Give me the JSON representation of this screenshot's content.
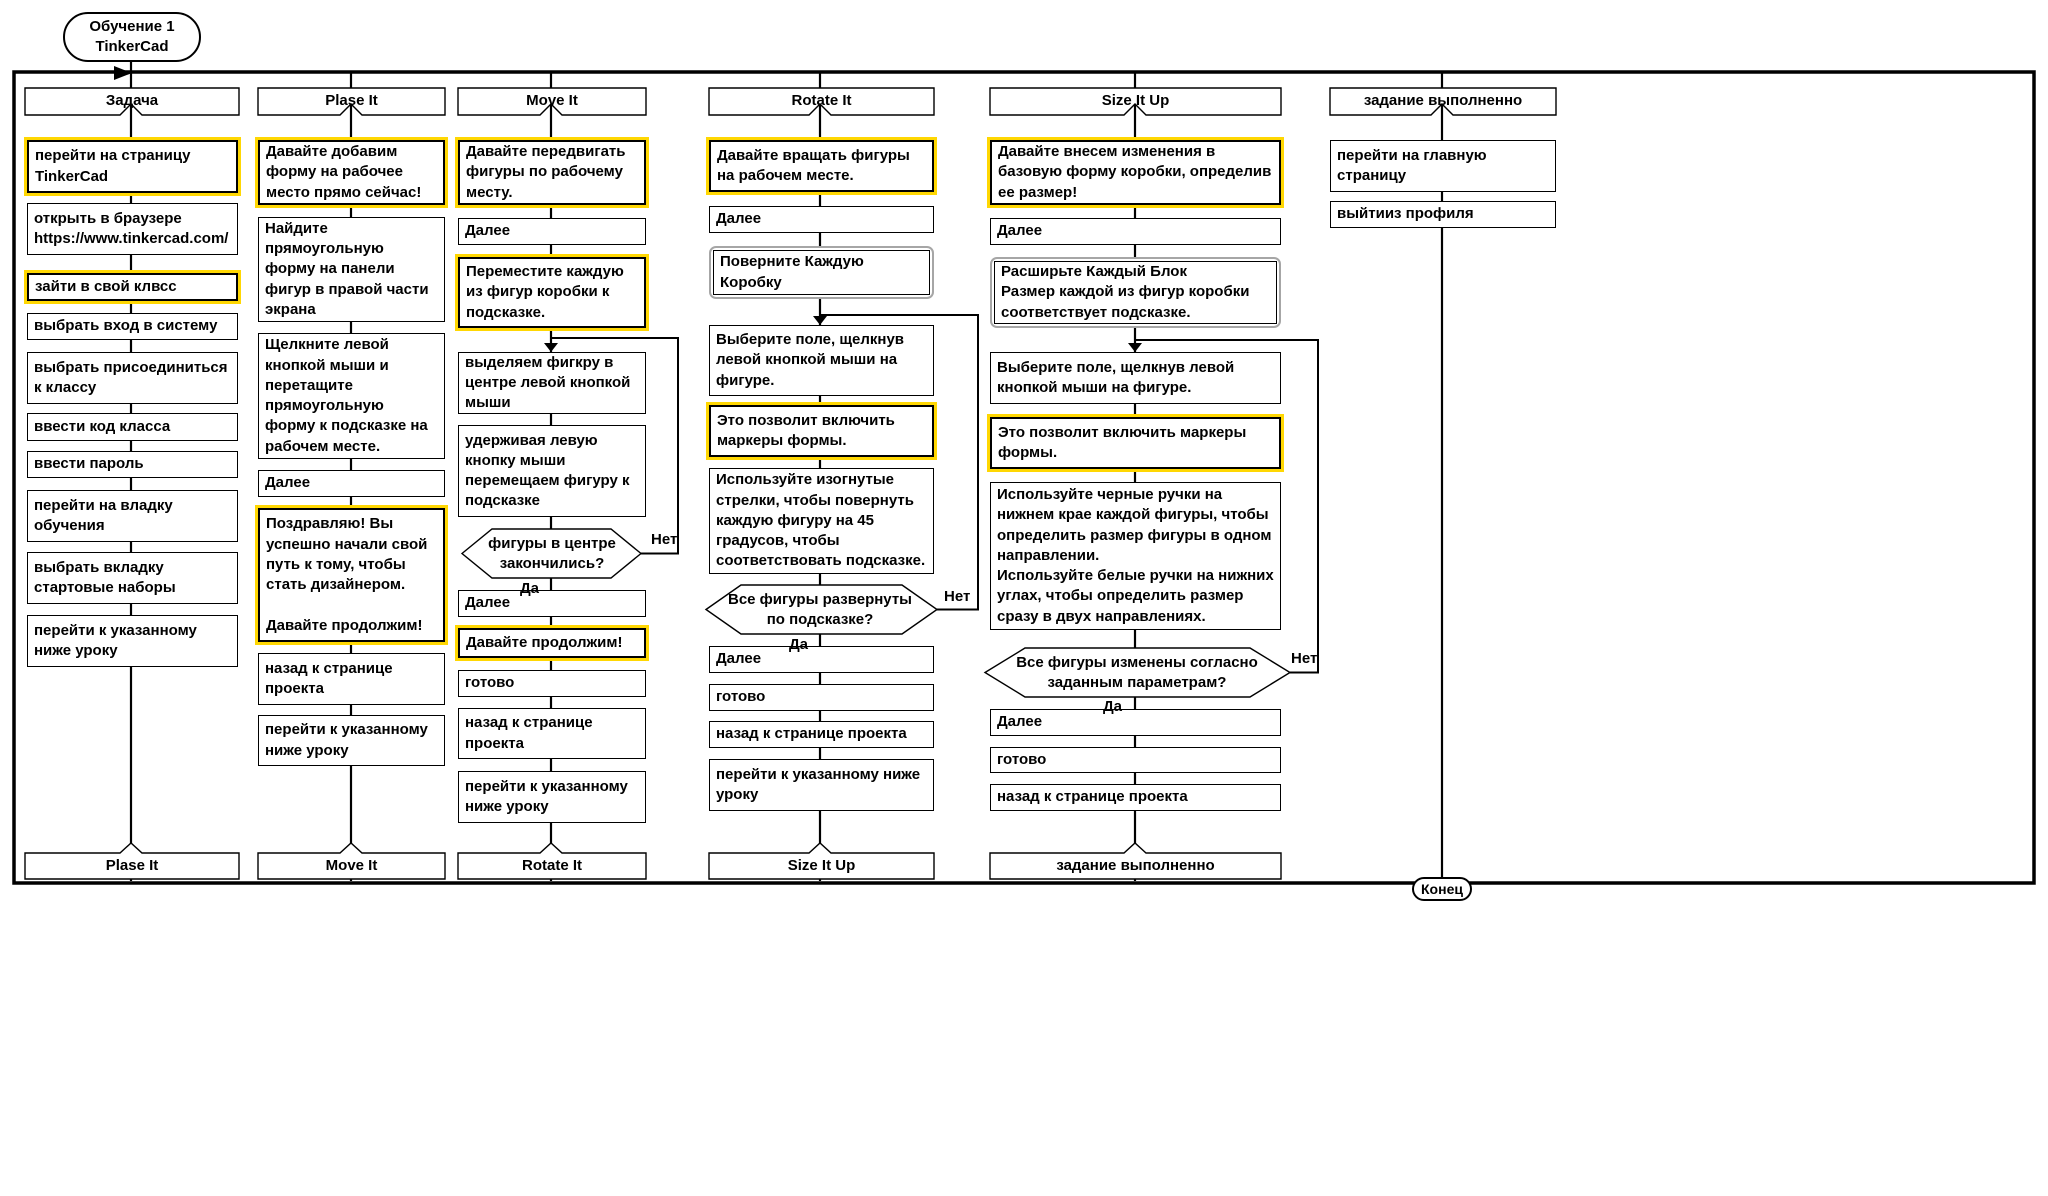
{
  "diagram": {
    "start_label": "Обучение 1\nTinkerCad",
    "end_label": "Конец",
    "no_label": "Нет",
    "yes_label": "Да",
    "colors": {
      "highlight_border": "#FFD702",
      "subprocess_border": "#A6A6A6",
      "line": "#000000"
    }
  },
  "columns": [
    {
      "header": "Задача",
      "footer": "Plase It",
      "nodes": [
        {
          "text": "перейти на страницу TinkerCad"
        },
        {
          "text": "открыть в браузере https://www.tinkercad.com/"
        },
        {
          "text": "зайти в свой клвсс"
        },
        {
          "text": "выбрать вход в систему"
        },
        {
          "text": "выбрать присоединиться к классу"
        },
        {
          "text": "ввести код класса"
        },
        {
          "text": "ввести пароль"
        },
        {
          "text": "перейти на владку обучения"
        },
        {
          "text": "выбрать вкладку стартовые наборы"
        },
        {
          "text": "перейти к указанному ниже уроку"
        }
      ]
    },
    {
      "header": "Plase It",
      "footer": "Move It",
      "nodes": [
        {
          "text": "Давайте добавим форму на рабочее место прямо сейчас!"
        },
        {
          "text": "Найдите прямоугольную форму на панели фигур в правой части экрана"
        },
        {
          "text": "Щелкните левой кнопкой мыши и перетащите прямоугольную форму к подсказке на рабочем месте."
        },
        {
          "text": "Далее"
        },
        {
          "text": "Поздравляю! Вы успешно начали свой путь к тому, чтобы стать дизайнером.\n\nДавайте продолжим!"
        },
        {
          "text": "назад к странице проекта"
        },
        {
          "text": "перейти к указанному ниже уроку"
        }
      ]
    },
    {
      "header": "Move It",
      "footer": "Rotate It",
      "decision": "фигуры в центре закончились?",
      "nodes": [
        {
          "text": "Давайте передвигать фигуры по рабочему месту."
        },
        {
          "text": "Далее"
        },
        {
          "text": "Переместите каждую из фигур коробки к подсказке."
        },
        {
          "text": "выделяем фигкру в центре левой кнопкой мыши"
        },
        {
          "text": "удерживая левую кнопку мыши перемещаем фигуру к подсказке"
        },
        {
          "text": "Далее"
        },
        {
          "text": "Давайте продолжим!"
        },
        {
          "text": "готово"
        },
        {
          "text": "назад к странице проекта"
        },
        {
          "text": "перейти к указанному ниже уроку"
        }
      ]
    },
    {
      "header": "Rotate It",
      "footer": "Size It Up",
      "decision": "Все фигуры развернуты по подсказке?",
      "nodes": [
        {
          "text": "Давайте вращать фигуры на рабочем месте."
        },
        {
          "text": "Далее"
        },
        {
          "text": "Поверните Каждую Коробку"
        },
        {
          "text": "Выберите поле, щелкнув левой кнопкой мыши на фигуре."
        },
        {
          "text": "Это позволит включить маркеры формы."
        },
        {
          "text": "Используйте изогнутые стрелки, чтобы повернуть каждую фигуру на 45 градусов, чтобы соответствовать подсказке."
        },
        {
          "text": "Далее"
        },
        {
          "text": "готово"
        },
        {
          "text": "назад к странице проекта"
        },
        {
          "text": "перейти к указанному ниже уроку"
        }
      ]
    },
    {
      "header": "Size It Up",
      "footer": "задание выполненно",
      "decision": "Все фигуры изменены согласно заданным параметрам?",
      "nodes": [
        {
          "text": "Давайте внесем изменения в базовую форму коробки, определив ее размер!"
        },
        {
          "text": "Далее"
        },
        {
          "text": "Расширьте Каждый Блок\nРазмер каждой из фигур коробки соответствует подсказке."
        },
        {
          "text": "Выберите поле, щелкнув левой кнопкой мыши на фигуре."
        },
        {
          "text": "Это позволит включить маркеры формы."
        },
        {
          "text": "Используйте черные ручки на нижнем крае каждой фигуры, чтобы определить размер фигуры в одном направлении.\nИспользуйте белые ручки на нижних углах, чтобы определить размер сразу в двух направлениях."
        },
        {
          "text": "Далее"
        },
        {
          "text": "готово"
        },
        {
          "text": "назад к странице проекта"
        }
      ]
    },
    {
      "header": "задание выполненно",
      "nodes": [
        {
          "text": "перейти на главную страницу"
        },
        {
          "text": "выйтииз профиля"
        }
      ]
    }
  ]
}
